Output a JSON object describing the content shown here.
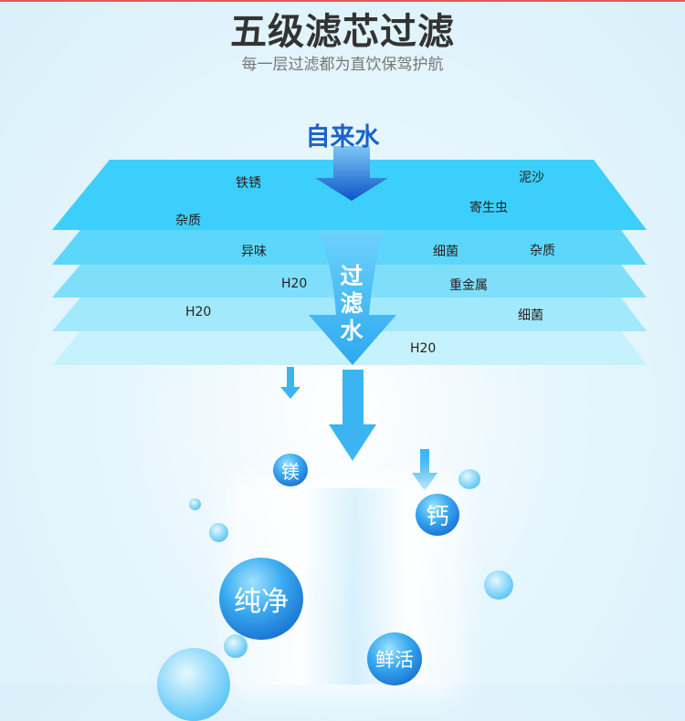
{
  "header": {
    "title": "五级滤芯过滤",
    "subtitle": "每一层过滤都为直饮保驾护航"
  },
  "diagram": {
    "source_label": "自来水",
    "filtered_label": [
      "过",
      "滤",
      "水"
    ],
    "layer_colors": [
      "#3dcffb",
      "#5cd7fb",
      "#7fdffb",
      "#a2e9fc",
      "#c6f2fd"
    ],
    "impurities": {
      "layer1": [
        "铁锈",
        "泥沙",
        "杂质",
        "寄生虫"
      ],
      "layer2": [
        "异味",
        "细菌",
        "杂质"
      ],
      "layer3": [
        "H20",
        "重金属"
      ],
      "layer4": [
        "H20",
        "细菌"
      ],
      "layer5": [
        "H20"
      ]
    },
    "arrow_colors": {
      "top": "#1560d0",
      "middle": "#3cb4f2"
    }
  },
  "benefits": [
    "镁",
    "钙",
    "纯净",
    "鲜活"
  ]
}
